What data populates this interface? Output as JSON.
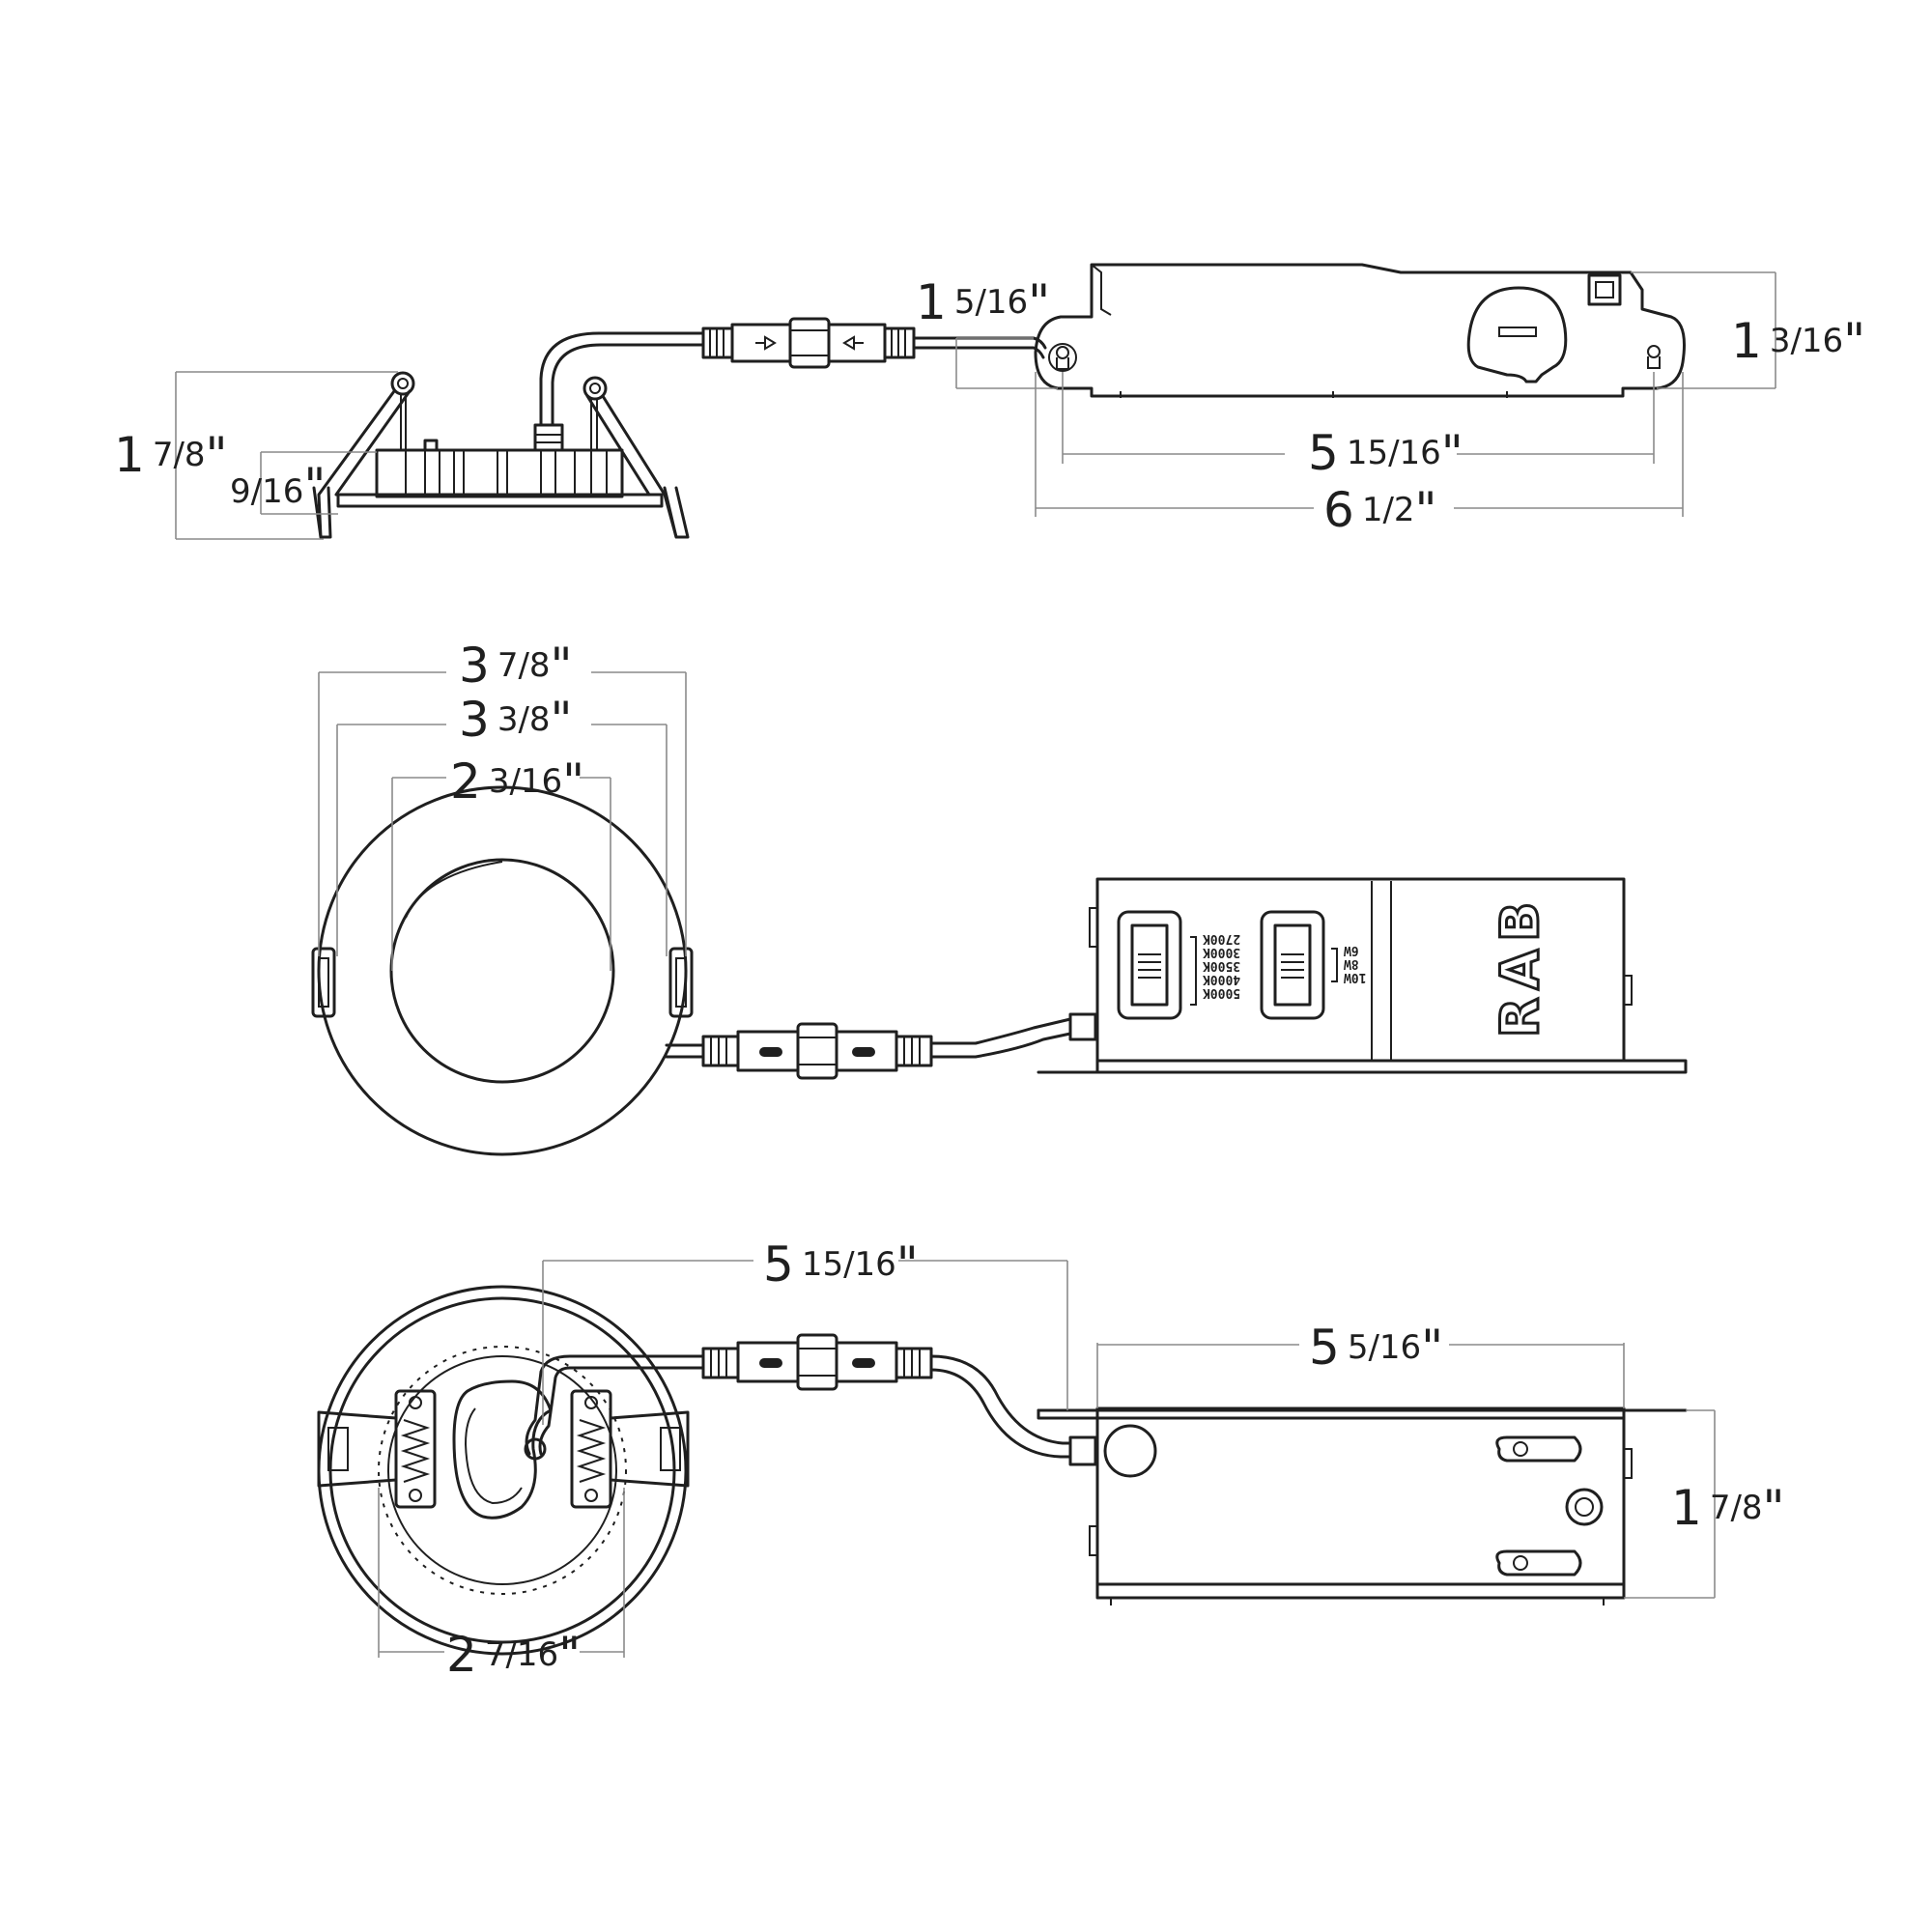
{
  "dimensions": {
    "side_height_overall": {
      "whole": "1",
      "frac": "7/8",
      "unit": "\""
    },
    "side_trim_height": {
      "whole": "",
      "frac": "9/16",
      "unit": "\""
    },
    "driver_side_height_left": {
      "whole": "1",
      "frac": "5/16",
      "unit": "\""
    },
    "driver_side_height_right": {
      "whole": "1",
      "frac": "3/16",
      "unit": "\""
    },
    "driver_mount_spacing": {
      "whole": "5",
      "frac": "15/16",
      "unit": "\""
    },
    "driver_overall_length": {
      "whole": "6",
      "frac": "1/2",
      "unit": "\""
    },
    "trim_outer_diameter": {
      "whole": "3",
      "frac": "7/8",
      "unit": "\""
    },
    "trim_inner_diameter": {
      "whole": "3",
      "frac": "3/8",
      "unit": "\""
    },
    "lens_diameter": {
      "whole": "2",
      "frac": "3/16",
      "unit": "\""
    },
    "bottom_cable_span": {
      "whole": "5",
      "frac": "15/16",
      "unit": "\""
    },
    "bottom_box_length": {
      "whole": "5",
      "frac": "5/16",
      "unit": "\""
    },
    "bottom_box_height": {
      "whole": "1",
      "frac": "7/8",
      "unit": "\""
    },
    "bottom_cutout_diameter": {
      "whole": "2",
      "frac": "7/16",
      "unit": "\""
    }
  },
  "driver_labels": {
    "brand": "RAB",
    "cct_options": [
      "2700K",
      "3000K",
      "3500K",
      "4000K",
      "5000K"
    ],
    "wattage_options": [
      "6W",
      "8W",
      "10W"
    ]
  },
  "icons": [
    "arrow-left-icon",
    "arrow-right-icon",
    "connector-icon",
    "spring-clip-icon",
    "keyhole-slot-icon"
  ]
}
